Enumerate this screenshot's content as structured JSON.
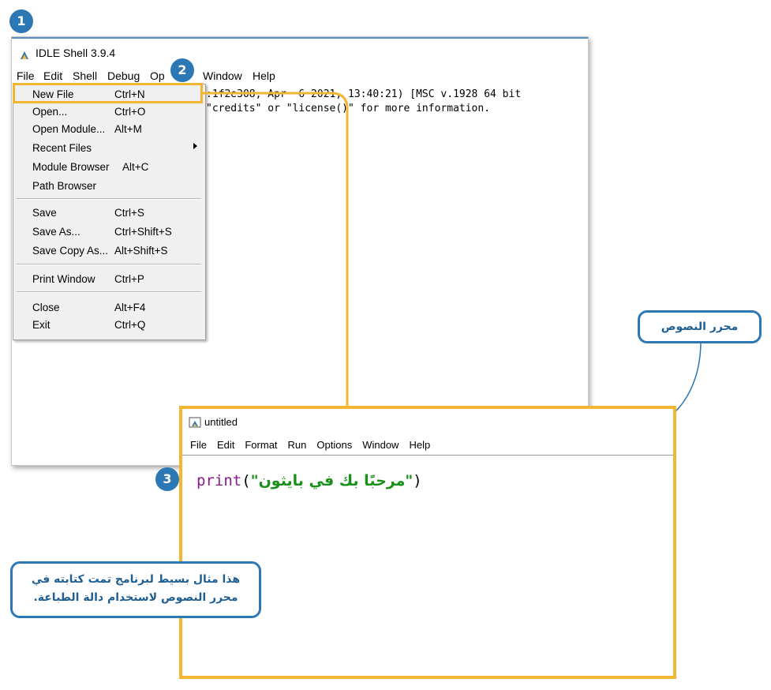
{
  "shell": {
    "title": "IDLE Shell 3.9.4",
    "menu": [
      "File",
      "Edit",
      "Shell",
      "Debug",
      "Options",
      "Window",
      "Help"
    ],
    "menu_visible_text": {
      "options_partial": "Op"
    },
    "banner_line1": ":1f2e308, Apr  6 2021, 13:40:21) [MSC v.1928 64 bit",
    "banner_line2": "\"credits\" or \"license()\" for more information."
  },
  "file_menu": {
    "items": [
      {
        "label": "New File",
        "shortcut": "Ctrl+N"
      },
      {
        "label": "Open...",
        "shortcut": "Ctrl+O"
      },
      {
        "label": "Open Module...",
        "shortcut": "Alt+M"
      },
      {
        "label": "Recent Files",
        "shortcut": ""
      },
      {
        "label": "Module Browser",
        "shortcut": "Alt+C"
      },
      {
        "label": "Path Browser",
        "shortcut": ""
      },
      {
        "label": "Save",
        "shortcut": "Ctrl+S"
      },
      {
        "label": "Save As...",
        "shortcut": "Ctrl+Shift+S"
      },
      {
        "label": "Save Copy As...",
        "shortcut": "Alt+Shift+S"
      },
      {
        "label": "Print Window",
        "shortcut": "Ctrl+P"
      },
      {
        "label": "Close",
        "shortcut": "Alt+F4"
      },
      {
        "label": "Exit",
        "shortcut": "Ctrl+Q"
      }
    ]
  },
  "editor": {
    "title": "untitled",
    "menu": [
      "File",
      "Edit",
      "Format",
      "Run",
      "Options",
      "Window",
      "Help"
    ],
    "code_keyword": "print",
    "code_open": "(",
    "code_string": "\"مرحبًا بك في بايثون\"",
    "code_close": ")"
  },
  "badges": {
    "step1": "1",
    "step2": "2",
    "step3": "3"
  },
  "callouts": {
    "text_editor": "محرر النصوص",
    "example_line1": "هذا مثال بسيط لبرنامج تمت كتابته في",
    "example_line2": "محرر النصوص لاستخدام دالة الطباعة."
  },
  "colors": {
    "accent_yellow": "#f2b632",
    "badge_blue": "#2c78b5",
    "keyword": "#8b1a8b",
    "string": "#1a8f1a"
  }
}
